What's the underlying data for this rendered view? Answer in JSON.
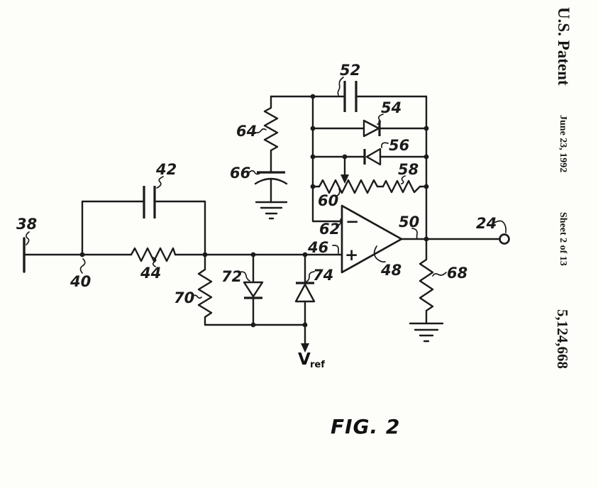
{
  "header": {
    "title": "U.S. Patent",
    "date": "June 23, 1992",
    "sheet": "Sheet 2 of 13",
    "patent_number": "5,124,668"
  },
  "figure": {
    "caption": "FIG. 2",
    "vref_base": "V",
    "vref_sub": "ref",
    "opamp_minus": "−",
    "opamp_plus": "+"
  },
  "labels": {
    "l24": "24",
    "l38": "38",
    "l40": "40",
    "l42": "42",
    "l44": "44",
    "l46": "46",
    "l48": "48",
    "l50": "50",
    "l52": "52",
    "l54": "54",
    "l56": "56",
    "l58": "58",
    "l60": "60",
    "l62": "62",
    "l64": "64",
    "l66": "66",
    "l68": "68",
    "l70": "70",
    "l72": "72",
    "l74": "74"
  },
  "components": {
    "24": "output terminal",
    "38": "input terminal",
    "40": "input node",
    "42": "capacitor (parallel with resistor 44)",
    "44": "series resistor",
    "46": "op-amp non-inverting input",
    "48": "operational amplifier",
    "50": "op-amp output node",
    "52": "feedback capacitor",
    "54": "feedback diode (right-pointing)",
    "56": "feedback diode (left-pointing)",
    "58": "feedback resistor",
    "60": "potentiometer with wiper arrow",
    "62": "op-amp inverting input",
    "64": "resistor to filter capacitor",
    "66": "capacitor to ground",
    "68": "output load resistor to ground",
    "70": "clamp resistor",
    "72": "clamp diode (down-pointing)",
    "74": "clamp diode (up-pointing)",
    "vref": "reference voltage rail"
  }
}
